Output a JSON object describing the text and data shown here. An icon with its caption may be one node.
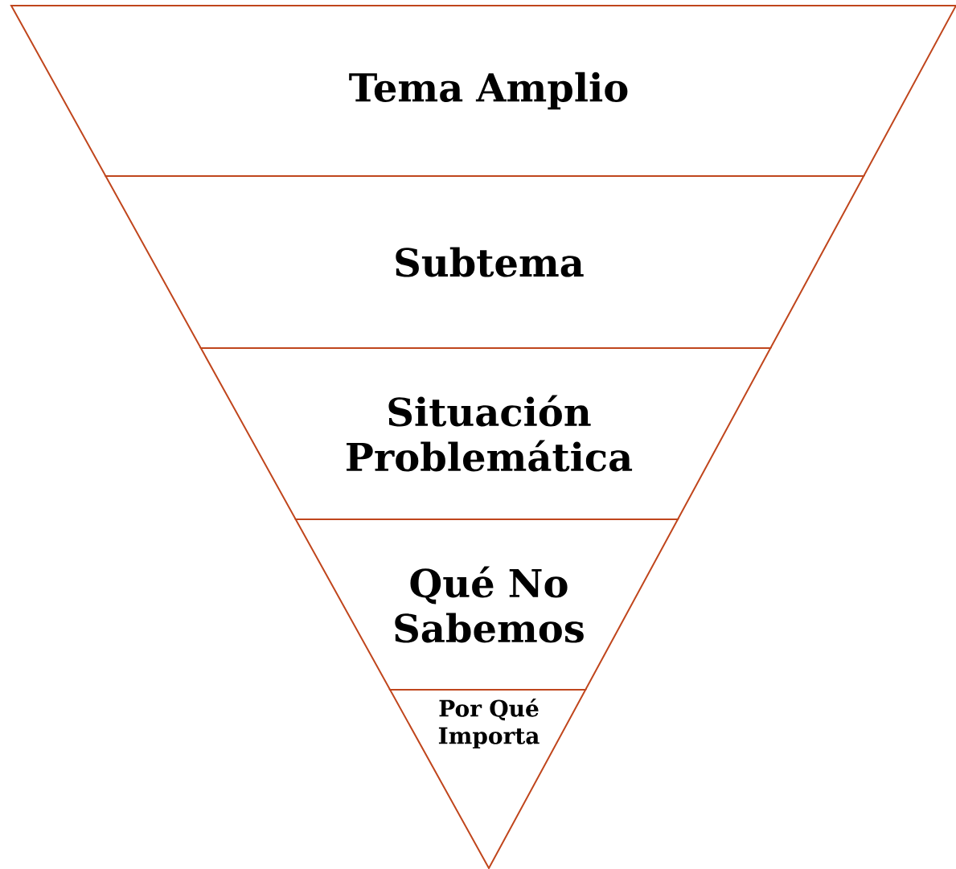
{
  "diagram": {
    "nodes": [
      {
        "text": [
          "Tema Amplio"
        ]
      },
      {
        "text": [
          "Subtema"
        ]
      },
      {
        "text": [
          "Situación Problemática"
        ]
      },
      {
        "text": [
          "Qué No Sabemos"
        ]
      },
      {
        "text": [
          "Por Qué Importa"
        ]
      }
    ]
  }
}
